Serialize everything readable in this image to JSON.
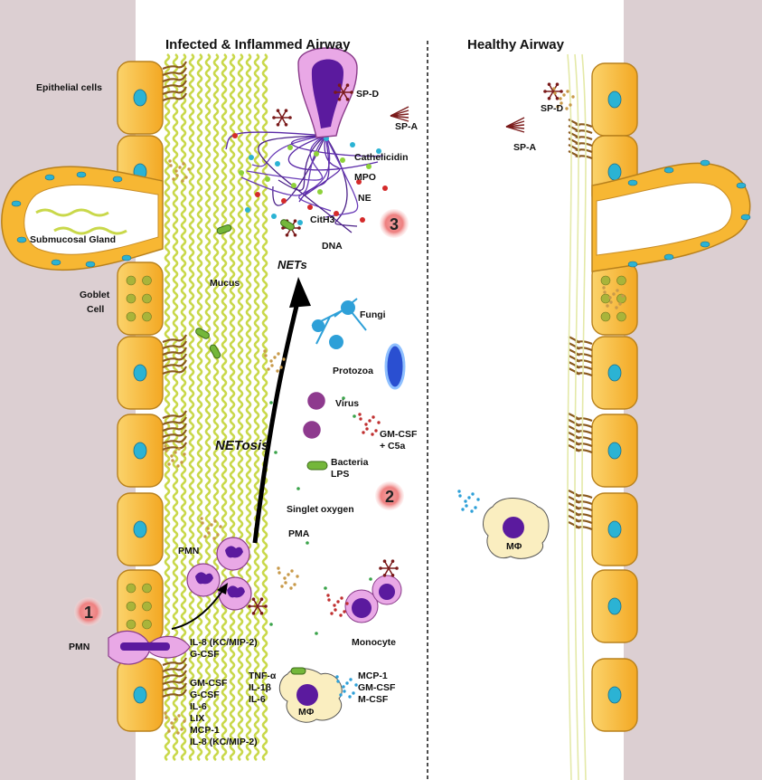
{
  "titles": {
    "infected": "Infected & Inflammed Airway",
    "healthy": "Healthy Airway"
  },
  "labels": {
    "epithelial_cells": "Epithelial cells",
    "submucosal_gland": "Submucosal Gland",
    "goblet": "Goblet",
    "cell": "Cell",
    "mucus": "Mucus",
    "pmn_left": "PMN",
    "pmn_mid": "PMN",
    "nets": "NETs",
    "netosis": "NETosis",
    "sp_d_left": "SP-D",
    "sp_a_left": "SP-A",
    "sp_d_right": "SP-D",
    "sp_a_right": "SP-A",
    "cathelicidin": "Cathelicidin",
    "mpo": "MPO",
    "ne": "NE",
    "cith3": "CitH3",
    "dna": "DNA",
    "fungi": "Fungi",
    "protozoa": "Protozoa",
    "virus": "Virus",
    "gmcsf_c5a_1": "GM-CSF",
    "gmcsf_c5a_2": "+ C5a",
    "bacteria": "Bacteria",
    "lps": "LPS",
    "singlet_oxygen": "Singlet oxygen",
    "pma": "PMA",
    "monocyte": "Monocyte",
    "macrophage_left": "MΦ",
    "macrophage_right": "MΦ"
  },
  "badges": [
    "1",
    "2",
    "3"
  ],
  "lists": {
    "pmn_chemokines": [
      "IL-8 (KC/MIP-2)",
      "G-CSF"
    ],
    "epithelial_cytokines": [
      "GM-CSF",
      "G-CSF",
      "IL-6",
      "LIX",
      "MCP-1",
      "IL-8 (KC/MIP-2)"
    ],
    "macrophage_in": [
      "TNF-α",
      "IL-1β",
      "IL-6"
    ],
    "macrophage_out": [
      "MCP-1",
      "GM-CSF",
      "M-CSF"
    ]
  },
  "colors": {
    "epithelial": "#f7b733",
    "nucleus": "#2bb3d4",
    "mucus": "#c9d84a",
    "pmn": "#e9a8e6",
    "nucleus_purple": "#5b1a9e",
    "badge": "#f08a8a",
    "side_bg": "#dccfd2"
  }
}
